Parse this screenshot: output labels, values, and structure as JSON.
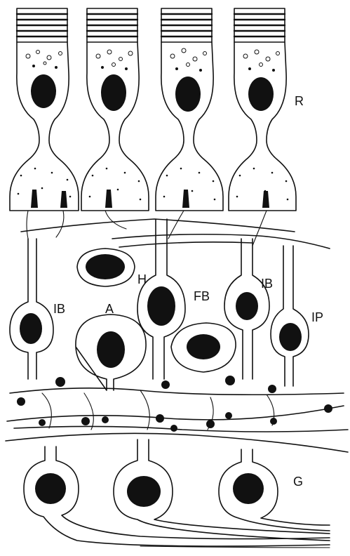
{
  "labels": {
    "R": "R",
    "H": "H",
    "A": "A",
    "FB": "FB",
    "IB_left": "IB",
    "IB_right": "IB",
    "IP": "IP",
    "G": "G"
  }
}
